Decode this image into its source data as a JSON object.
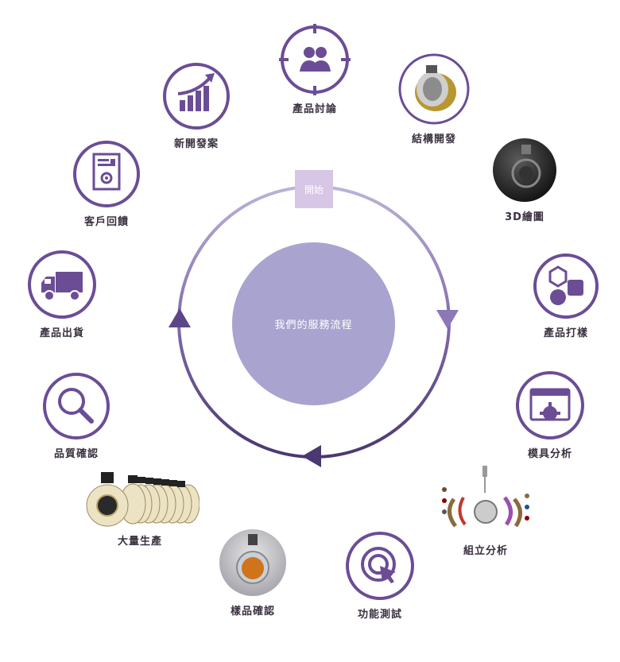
{
  "center": {
    "title": "我們的服務流程",
    "start_label": "開始"
  },
  "colors": {
    "primary": "#6b4d96",
    "ring_light": "#a89cc8",
    "ring_dark": "#4a3870",
    "center_fill": "#a8a3cf",
    "start_fill": "#d7c6e6"
  },
  "steps": [
    {
      "label": "產品討論",
      "icon": "people-target-icon"
    },
    {
      "label": "結構開發",
      "icon": "structure-photo"
    },
    {
      "label": "3D繪圖",
      "icon": "3d-render-photo"
    },
    {
      "label": "產品打樣",
      "icon": "shapes-icon"
    },
    {
      "label": "模具分析",
      "icon": "browser-gear-icon"
    },
    {
      "label": "組立分析",
      "icon": "exploded-view-photo"
    },
    {
      "label": "功能測試",
      "icon": "target-cursor-icon"
    },
    {
      "label": "樣品確認",
      "icon": "sample-bottle-photo"
    },
    {
      "label": "大量生產",
      "icon": "mass-production-photo"
    },
    {
      "label": "品質確認",
      "icon": "magnifier-icon"
    },
    {
      "label": "產品出貨",
      "icon": "truck-icon"
    },
    {
      "label": "客戶回饋",
      "icon": "document-gear-icon"
    },
    {
      "label": "新開發案",
      "icon": "bar-chart-arrow-icon"
    }
  ]
}
